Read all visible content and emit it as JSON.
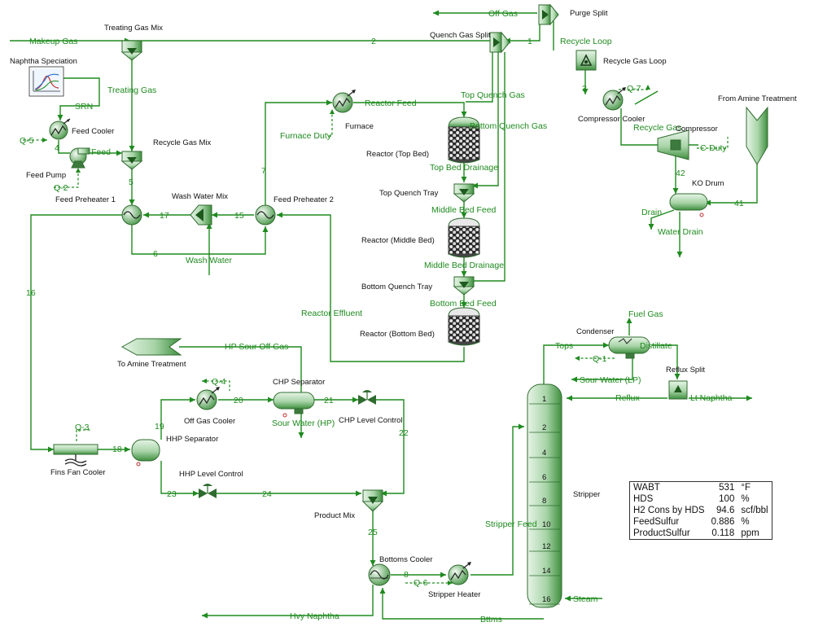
{
  "labels": {
    "makeup_gas": "Makeup Gas",
    "treating_gas_mix": "Treating Gas Mix",
    "naphtha_speciation": "Naphtha Speciation",
    "srn": "SRN",
    "q5": "Q-5",
    "s4": "4",
    "feed_cooler": "Feed Cooler",
    "feed": "Feed",
    "feed_pump": "Feed Pump",
    "q2": "Q-2",
    "feed_preheater_1": "Feed Preheater 1",
    "treating_gas": "Treating Gas",
    "recycle_gas_mix": "Recycle Gas Mix",
    "s5": "5",
    "s2": "2",
    "off_gas": "Off Gas",
    "purge_split": "Purge Split",
    "quench_gas_split": "Quench Gas Split",
    "s1": "1",
    "recycle_loop": "Recycle Loop",
    "recycle_gas_loop": "Recycle Gas Loop",
    "s3": "3",
    "q7": "Q-7",
    "compressor_cooler": "Compressor Cooler",
    "from_amine_treatment": "From Amine Treatment",
    "recycle_gas": "Recycle Gas",
    "compressor": "Compressor",
    "c_duty": "C-Duty",
    "s42": "42",
    "ko_drum": "KO Drum",
    "s41": "41",
    "drain": "Drain",
    "water_drain": "Water Drain",
    "reactor_feed": "Reactor Feed",
    "furnace": "Furnace",
    "furnace_duty": "Furnace Duty",
    "s7": "7",
    "top_quench_gas": "Top Quench Gas",
    "bottom_quench_gas": "Bottom Quench Gas",
    "reactor_top_bed": "Reactor (Top Bed)",
    "top_bed_drainage": "Top Bed Drainage",
    "top_quench_tray": "Top Quench Tray",
    "middle_bed_feed": "Middle Bed Feed",
    "reactor_middle_bed": "Reactor (Middle Bed)",
    "middle_bed_drainage": "Middle Bed Drainage",
    "bottom_quench_tray": "Bottom Quench Tray",
    "bottom_bed_feed": "Bottom Bed Feed",
    "reactor_bottom_bed": "Reactor (Bottom Bed)",
    "wash_water_mix": "Wash Water Mix",
    "feed_preheater_2": "Feed Preheater 2",
    "s17": "17",
    "s15": "15",
    "s6": "6",
    "wash_water": "Wash Water",
    "s16": "16",
    "reactor_effluent": "Reactor Effluent",
    "hp_sour_off_gas": "HP Sour Off Gas",
    "to_amine_treatment": "To Amine Treatment",
    "q4": "Q-4",
    "chp_separator": "CHP Separator",
    "s20": "20",
    "s21": "21",
    "off_gas_cooler": "Off Gas Cooler",
    "sour_water_hp": "Sour Water (HP)",
    "chp_level_control": "CHP Level Control",
    "s19": "19",
    "q3": "Q-3",
    "s18": "18",
    "hhp_separator": "HHP Separator",
    "fins_fan_cooler": "Fins Fan Cooler",
    "hhp_level_control": "HHP Level Control",
    "s22": "22",
    "s23": "23",
    "s24": "24",
    "product_mix": "Product Mix",
    "s25": "25",
    "bottoms_cooler": "Bottoms Cooler",
    "s8": "8",
    "q6": "Q-6",
    "stripper_heater": "Stripper Heater",
    "hvy_naphtha": "Hvy Naphtha",
    "bttms": "Bttms",
    "fuel_gas": "Fuel Gas",
    "condenser": "Condenser",
    "tops": "Tops",
    "distillate": "Distillate",
    "q1": "Q-1",
    "reflux_split": "Reflux Split",
    "sour_water_lp": "Sour Water (LP)",
    "reflux": "Reflux",
    "lt_naphtha": "Lt Naphtha",
    "stripper_feed": "Stripper Feed",
    "stripper": "Stripper",
    "steam": "Steam"
  },
  "stripper_trays": [
    "1",
    "2",
    "4",
    "6",
    "8",
    "10",
    "12",
    "14",
    "16"
  ],
  "results": [
    {
      "name": "WABT",
      "value": "531",
      "unit": "°F"
    },
    {
      "name": "HDS",
      "value": "100",
      "unit": "%"
    },
    {
      "name": "H2 Cons by HDS",
      "value": "94.6",
      "unit": "scf/bbl"
    },
    {
      "name": "FeedSulfur",
      "value": "0.886",
      "unit": "%"
    },
    {
      "name": "ProductSulfur",
      "value": "0.118",
      "unit": "ppm"
    }
  ],
  "colors": {
    "stream": "#1e8a1e",
    "equipment_light": "#d4ecd4",
    "equipment_dark": "#4f9a4f"
  }
}
